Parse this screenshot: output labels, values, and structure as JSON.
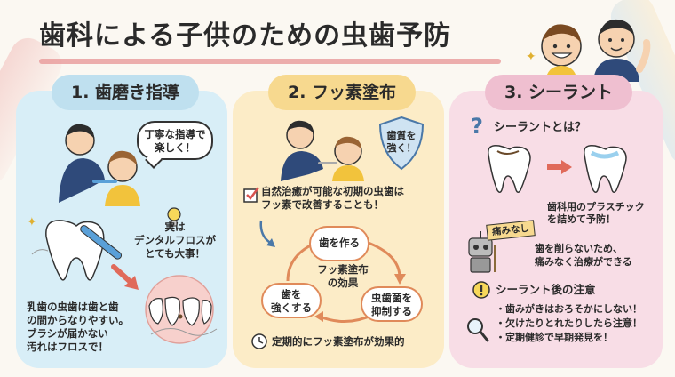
{
  "title": "歯科による子供のための虫歯予防",
  "panels": [
    {
      "heading": "1. 歯磨き指導",
      "bubble_line1": "丁寧な指導で",
      "bubble_line2": "楽しく！",
      "tip_line1": "実は",
      "tip_line2": "デンタルフロスが",
      "tip_line3": "とても大事！",
      "note_line1": "乳歯の虫歯は歯と歯",
      "note_line2": "の間からなりやすい。",
      "note_line3": "ブラシが届かない",
      "note_line4": "汚れはフロスで！"
    },
    {
      "heading": "2. フッ素塗布",
      "shield_line1": "歯質を",
      "shield_line2": "強く！",
      "check_line1": "自然治癒が可能な初期の虫歯は",
      "check_line2": "フッ素で改善することも！",
      "cycle_center_line1": "フッ素塗布",
      "cycle_center_line2": "の効果",
      "cycle_top": "歯を作る",
      "cycle_right_line1": "虫歯菌を",
      "cycle_right_line2": "抑制する",
      "cycle_left_line1": "歯を",
      "cycle_left_line2": "強くする",
      "footer": "定期的にフッ素塗布が効果的"
    },
    {
      "heading": "3. シーラント",
      "question": "シーラントとは？",
      "desc_line1": "歯科用のプラスチック",
      "desc_line2": "を詰めて予防！",
      "sign": "痛みなし",
      "robot_line1": "歯を削らないため、",
      "robot_line2": "痛みなく治療ができる",
      "caution_title": "シーラント後の注意",
      "caution_items": [
        "・歯みがきはおろそかにしない！",
        "・欠けたりとれたりしたら注意！",
        "・定期健診で早期発見を！"
      ]
    }
  ],
  "colors": {
    "panel1": "#d8eef7",
    "panel2": "#fcecc7",
    "panel3": "#f8dde6",
    "accent_red": "#d9534f",
    "accent_orange": "#e08a5a"
  }
}
